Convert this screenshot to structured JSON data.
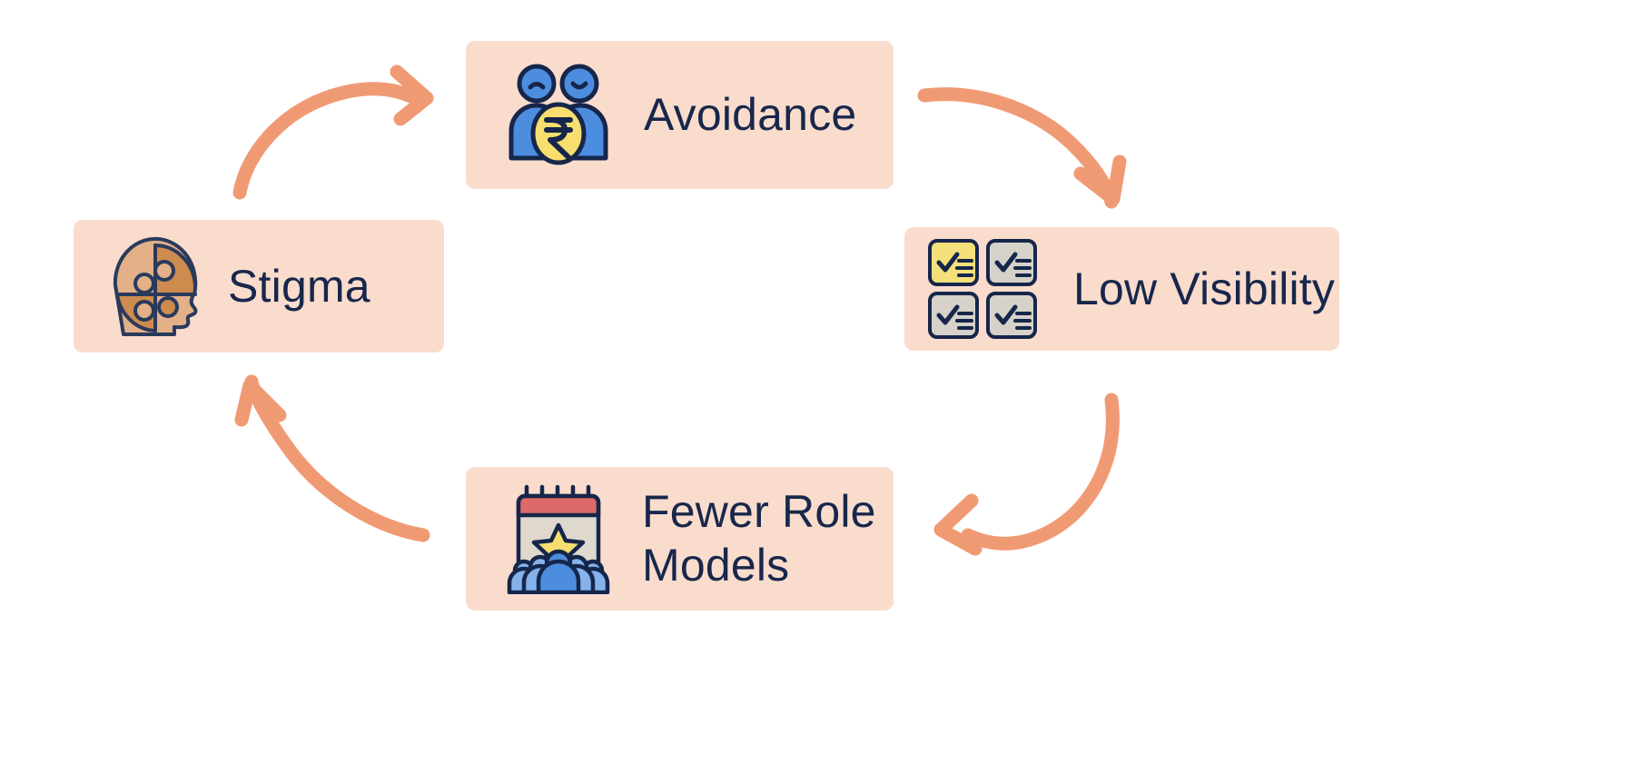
{
  "diagram": {
    "type": "cycle",
    "title": "",
    "background_color": "#FFFFFF",
    "node_fill_color": "#FADCCD",
    "node_text_color": "#18274B",
    "arrow_color": "#F09A74",
    "nodes": [
      {
        "id": "avoidance",
        "label": "Avoidance",
        "icon": "two-people-rupee-coin-icon",
        "position": "top",
        "icon_colors": {
          "person": "#4C8DE0",
          "coin": "#F7DE6E",
          "outline": "#16264A"
        }
      },
      {
        "id": "low-visibility",
        "label": "Low Visibility",
        "icon": "checklist-grid-icon",
        "position": "right",
        "icon_colors": {
          "card_active": "#F4E07B",
          "card_inactive": "#D6D2CA",
          "outline": "#16264A"
        }
      },
      {
        "id": "fewer-role-models",
        "label": "Fewer Role\nModels",
        "icon": "calendar-star-people-icon",
        "position": "bottom",
        "icon_colors": {
          "calendar_header": "#DC6A68",
          "calendar_body": "#DED8CE",
          "star": "#F7DE6E",
          "person": "#4C8DE0",
          "outline": "#16264A"
        }
      },
      {
        "id": "stigma",
        "label": "Stigma",
        "icon": "puzzle-head-icon",
        "position": "left",
        "icon_colors": {
          "puzzle_light": "#E3B088",
          "puzzle_dark": "#CE8B4E",
          "outline": "#2A3A5C"
        }
      }
    ],
    "arrows": [
      {
        "id": "arrow-avoidance-to-low-visibility",
        "from": "avoidance",
        "to": "low-visibility",
        "direction": "clockwise"
      },
      {
        "id": "arrow-low-visibility-to-fewer-role-models",
        "from": "low-visibility",
        "to": "fewer-role-models",
        "direction": "clockwise"
      },
      {
        "id": "arrow-fewer-role-models-to-stigma",
        "from": "fewer-role-models",
        "to": "stigma",
        "direction": "clockwise"
      },
      {
        "id": "arrow-stigma-to-avoidance",
        "from": "stigma",
        "to": "avoidance",
        "direction": "clockwise"
      }
    ]
  }
}
